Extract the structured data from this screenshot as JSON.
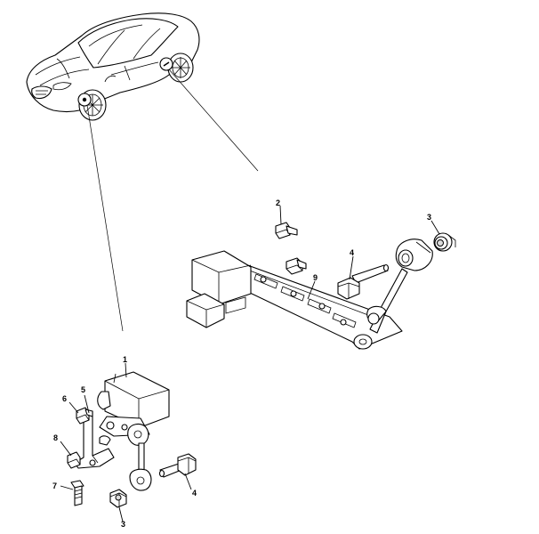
{
  "diagram": {
    "callouts": {
      "upper": {
        "c2": "2",
        "c3": "3",
        "c4": "4",
        "c9": "9"
      },
      "lower": {
        "c1": "1",
        "c5": "5",
        "c6": "6",
        "c8": "8",
        "c7": "7",
        "c4": "4",
        "c3": "3"
      }
    },
    "icons": [
      "vehicle-outline-icon",
      "ride-height-sensor-icon",
      "bolt-icon",
      "nut-icon",
      "washer-icon"
    ],
    "line_color": "#000000",
    "background_color": "#ffffff"
  }
}
